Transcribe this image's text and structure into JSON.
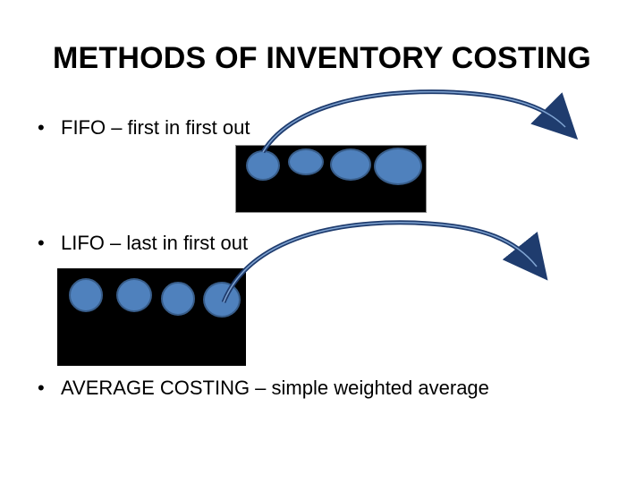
{
  "title": "METHODS OF INVENTORY COSTING",
  "bullets": [
    {
      "symbol": "•",
      "text": "FIFO – first in first out"
    },
    {
      "symbol": "•",
      "text": "LIFO – last in first out"
    },
    {
      "symbol": "•",
      "text": "AVERAGE COSTING – simple weighted average"
    }
  ],
  "colors": {
    "disc_fill": "#4f81bd",
    "disc_stroke": "#385d8a",
    "arrow": "#1f3c6e",
    "box": "#000000"
  }
}
